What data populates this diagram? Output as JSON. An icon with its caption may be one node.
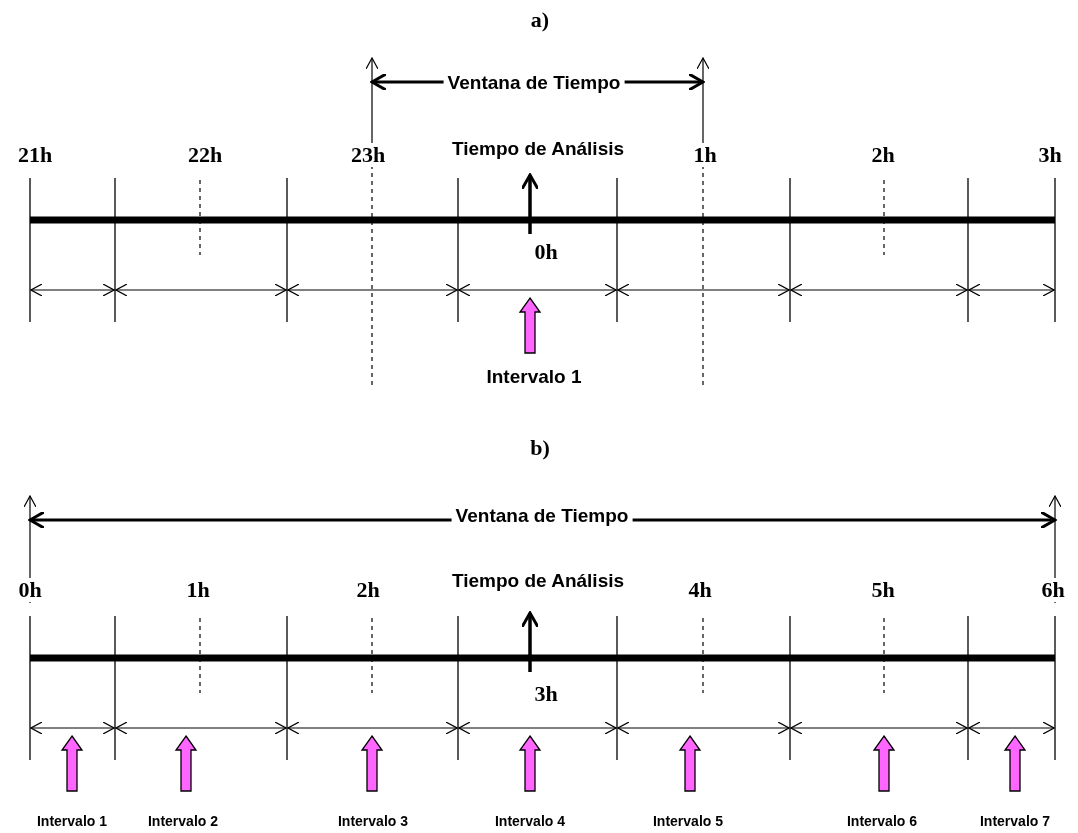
{
  "diagram": {
    "labels": [
      "a)",
      "Ventana de Tiempo",
      "21h",
      "22h",
      "23h",
      "Tiempo de Análisis",
      "1h",
      "2h",
      "3h",
      "0h",
      "Intervalo 1",
      "b)",
      "Ventana de Tiempo",
      "0h",
      "1h",
      "2h",
      "Tiempo de Análisis",
      "4h",
      "5h",
      "6h",
      "3h",
      "Intervalo 1",
      "Intervalo 2",
      "Intervalo 3",
      "Intervalo 4",
      "Intervalo 5",
      "Intervalo 6",
      "Intervalo 7"
    ]
  }
}
